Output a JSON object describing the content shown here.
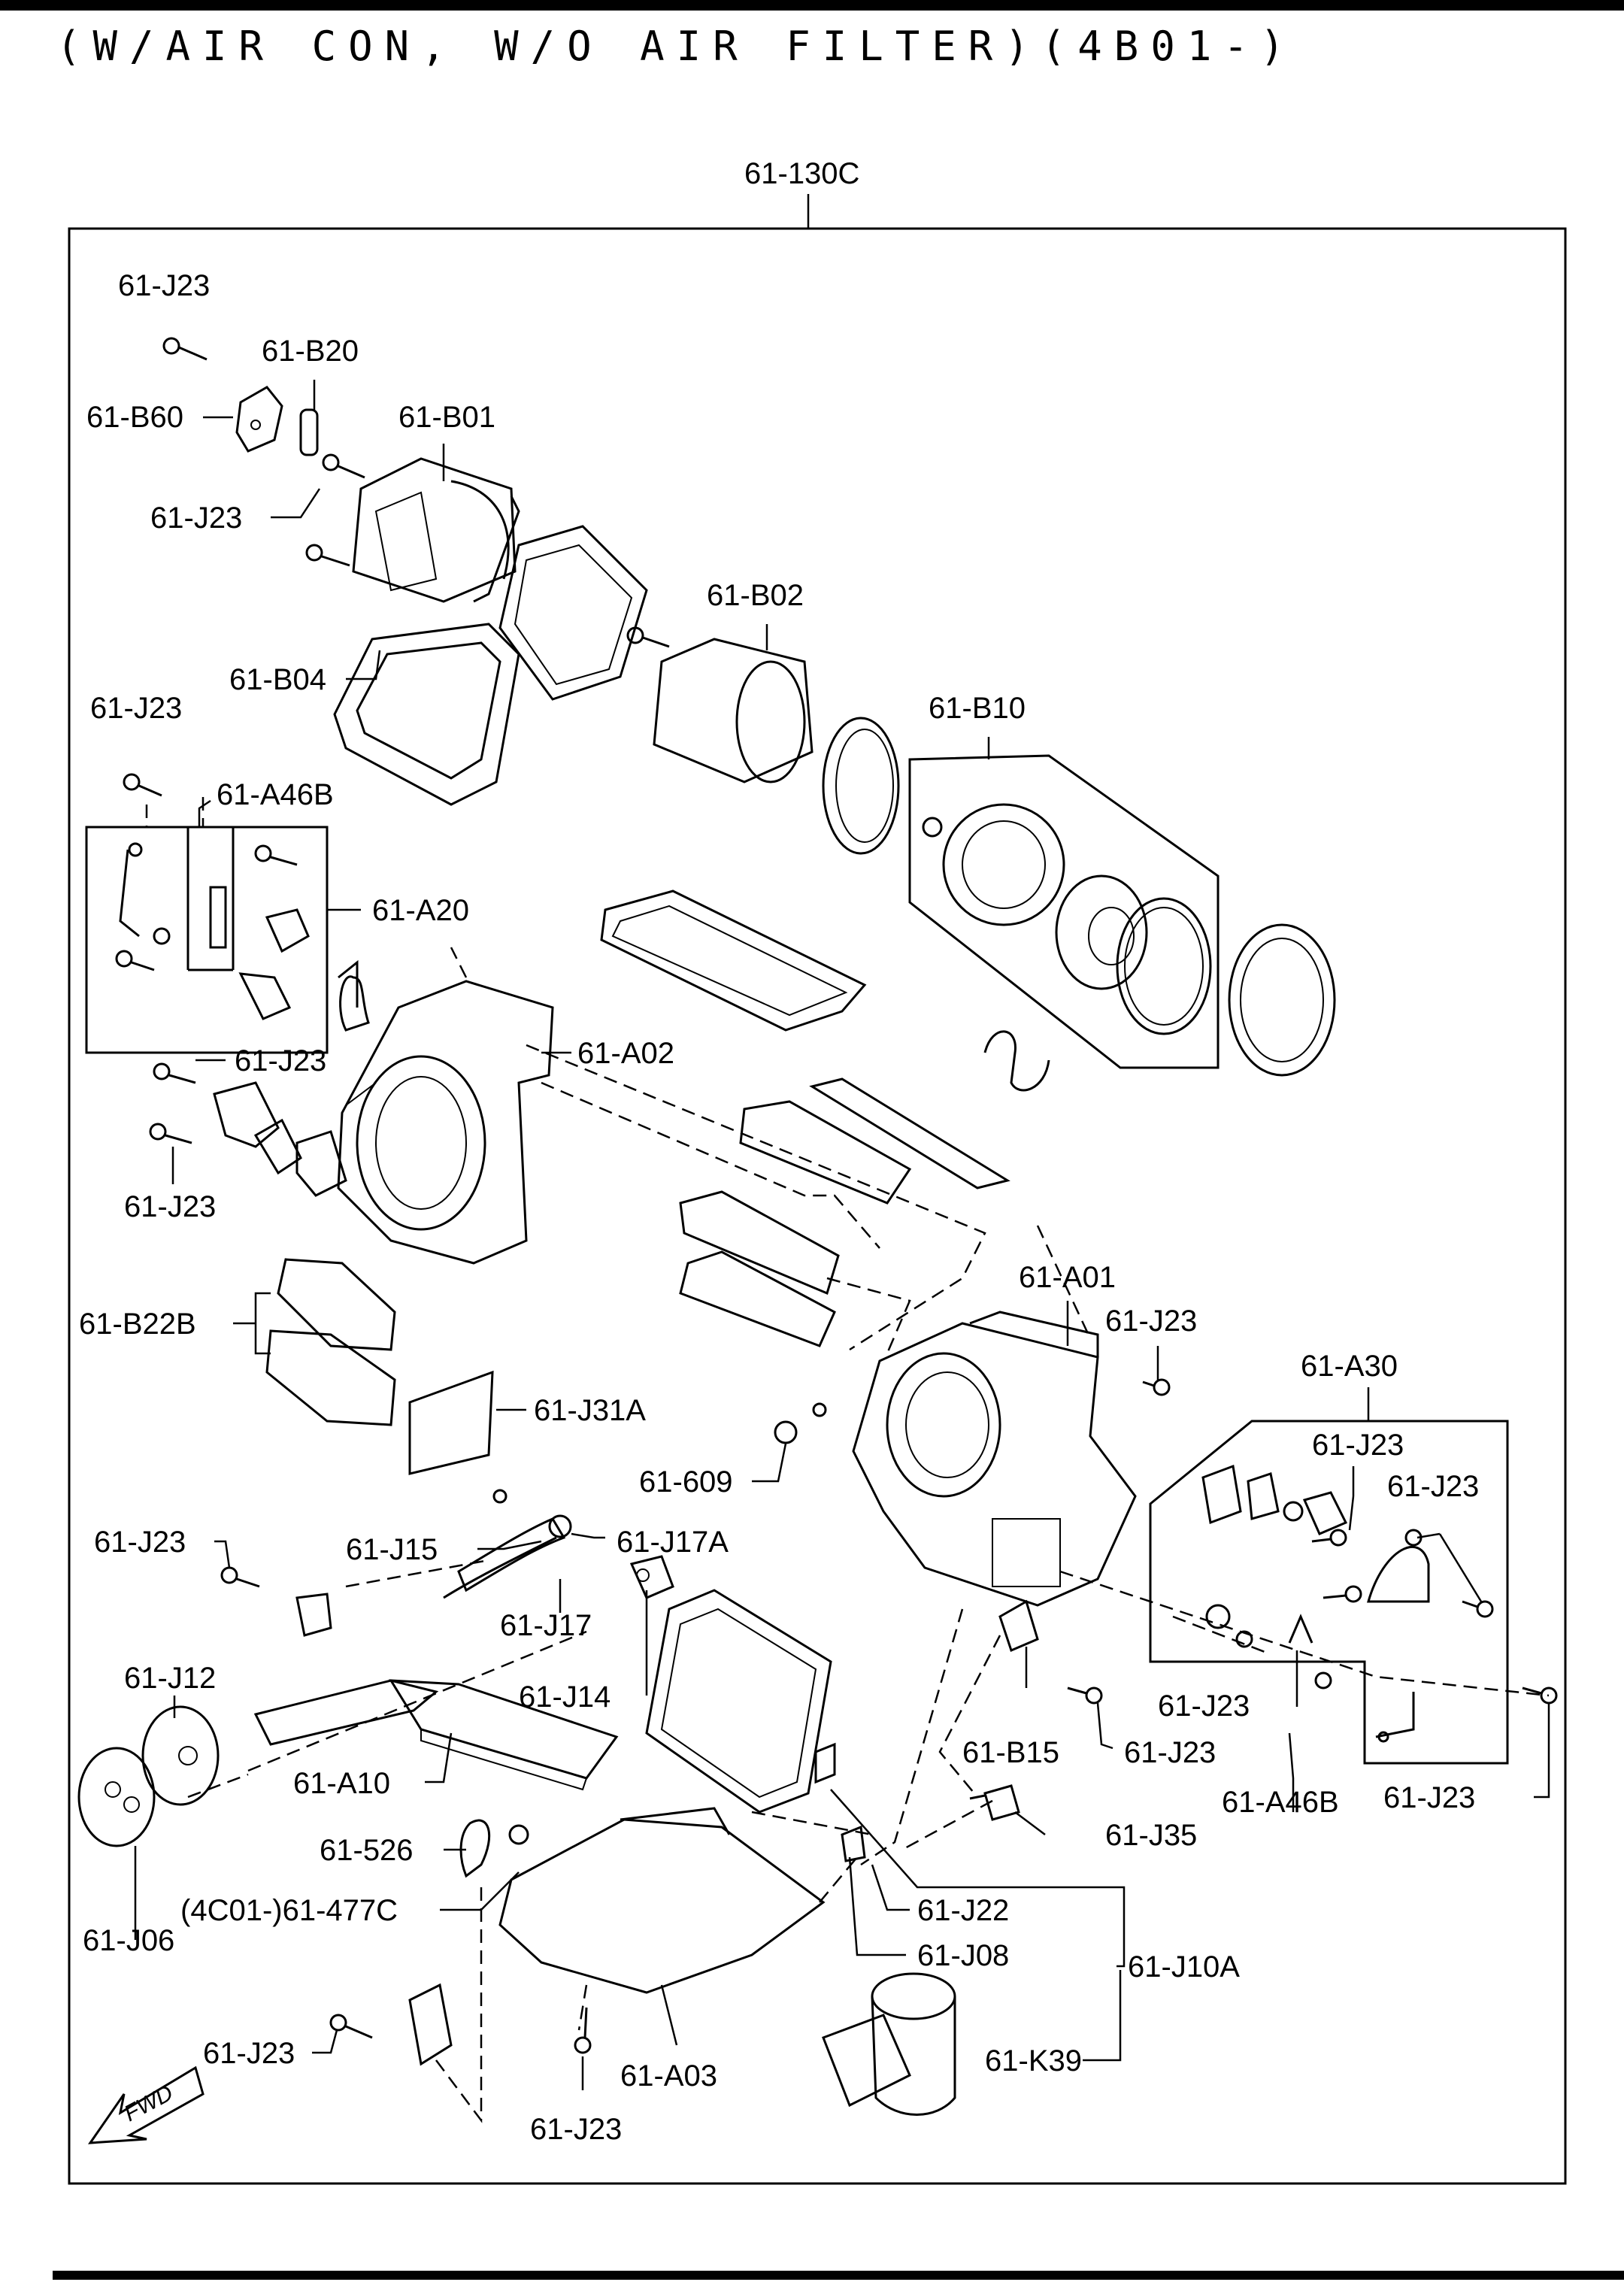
{
  "header": {
    "title": "(W/AIR CON, W/O AIR FILTER)(4B01-)"
  },
  "assembly_label": "61-130C",
  "callouts": {
    "j23_a": "61-J23",
    "b20": "61-B20",
    "b60": "61-B60",
    "b01": "61-B01",
    "j23_b": "61-J23",
    "b02": "61-B02",
    "b04": "61-B04",
    "b10": "61-B10",
    "j23_c": "61-J23",
    "a46b_a": "61-A46B",
    "a20": "61-A20",
    "j23_d": "61-J23",
    "a02": "61-A02",
    "j23_e": "61-J23",
    "a01": "61-A01",
    "j23_f": "61-J23",
    "a30": "61-A30",
    "b22b": "61-B22B",
    "j31a": "61-J31A",
    "j23_g": "61-J23",
    "j23_h": "61-J23",
    "p609": "61-609",
    "j23_i": "61-J23",
    "j17a": "61-J17A",
    "j15": "61-J15",
    "j17": "61-J17",
    "j12": "61-J12",
    "j14": "61-J14",
    "j23_j": "61-J23",
    "b15": "61-B15",
    "j23_k": "61-J23",
    "a10": "61-A10",
    "a46b_b": "61-A46B",
    "j23_l": "61-J23",
    "j35": "61-J35",
    "p526": "61-526",
    "p477c": "(4C01-)61-477C",
    "j22": "61-J22",
    "j06": "61-J06",
    "j08": "61-J08",
    "j10a": "61-J10A",
    "j23_m": "61-J23",
    "k39": "61-K39",
    "a03": "61-A03",
    "j23_n": "61-J23",
    "fwd": "FWD"
  },
  "icons": [
    "fwd-arrow-icon"
  ]
}
